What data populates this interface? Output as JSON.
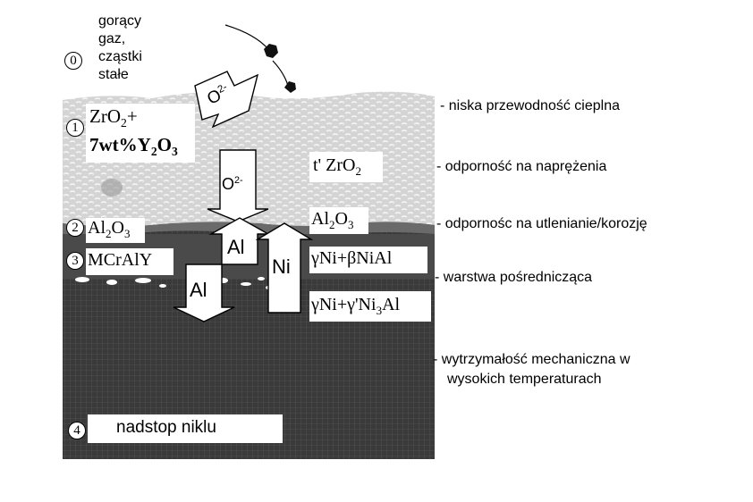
{
  "gas_label": {
    "line1": "gorący",
    "line2": "gaz,",
    "line3": "cząstki",
    "line4": "stałe"
  },
  "layers": {
    "n0": "0",
    "n1": "1",
    "n2": "2",
    "n3": "3",
    "n4": "4",
    "tbc_line1": "ZrO2+",
    "tbc_line2": "7wt%Y2O3",
    "tbc_phase": "t' ZrO2",
    "tgo_left": "Al2O3",
    "tgo_right": "Al2O3",
    "bond_coat": "MCrAlY",
    "bond_phase1": "γNi+βNiAl",
    "bond_phase2": "γNi+γ'Ni3Al",
    "substrate": "nadstop niklu"
  },
  "arrows": {
    "o2_top": "O2-",
    "o2_mid": "O2-",
    "al_up": "Al",
    "al_down": "Al",
    "ni_up": "Ni"
  },
  "annotations": {
    "a1": "- niska przewodność cieplna",
    "a2": "- odporność na naprężenia",
    "a3": "- odpornośc na utlenianie/korozję",
    "a4": "- warstwa pośrednicząca",
    "a5_line1": "- wytrzymałość mechaniczna w",
    "a5_line2": "wysokich temperaturach"
  },
  "colors": {
    "ceramic": "#d4d4d4",
    "substrate": "#3c3c3c",
    "tgo": "#5a5a5a",
    "arrow_fill": "#ffffff"
  }
}
